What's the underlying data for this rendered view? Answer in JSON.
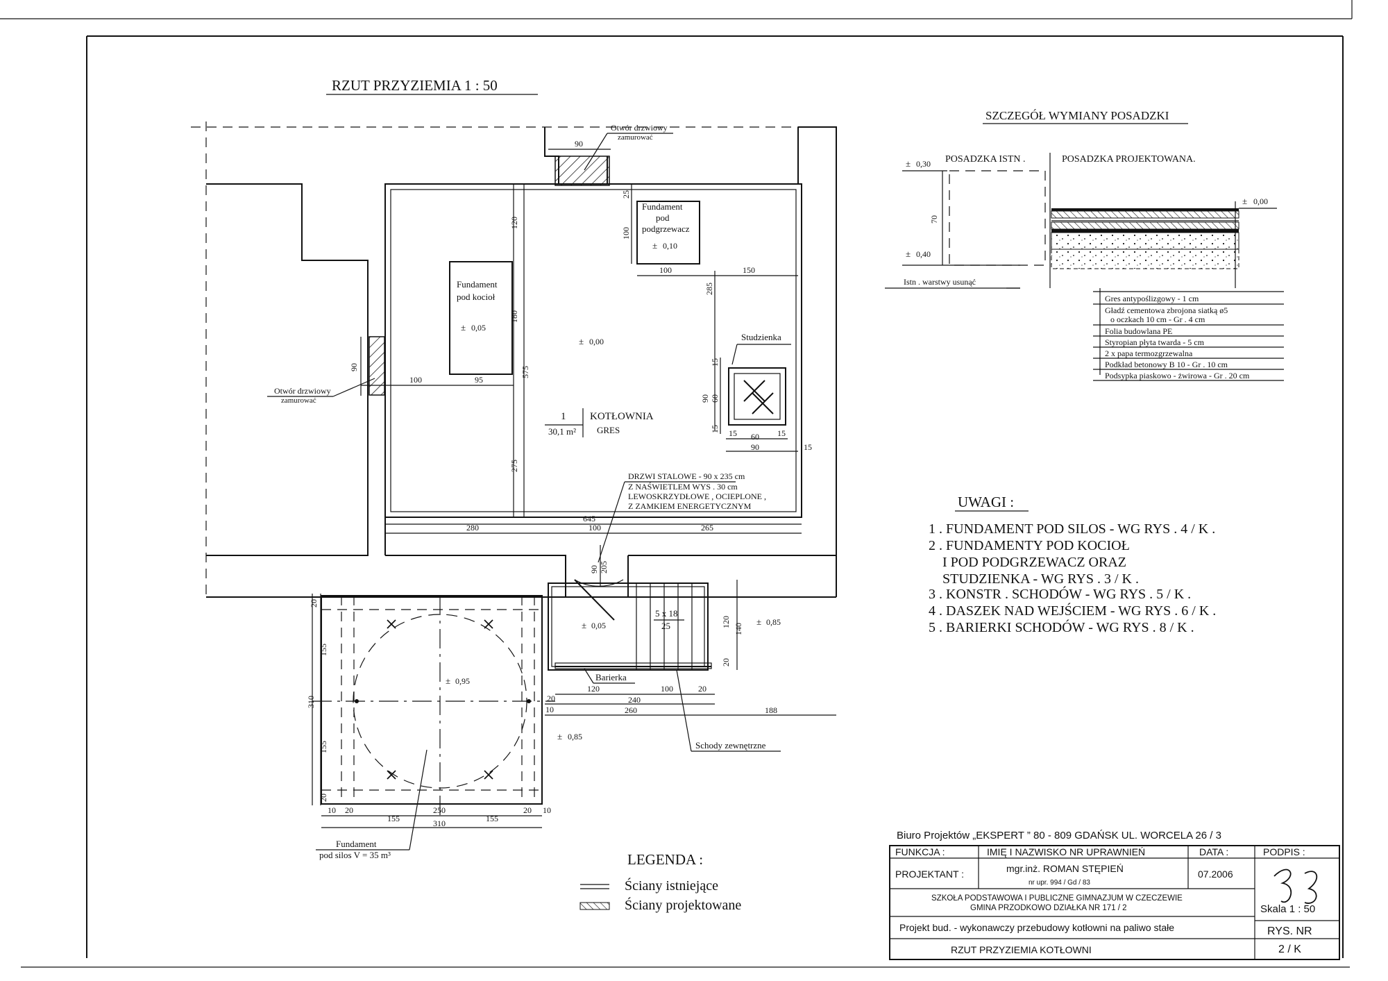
{
  "sheet": {
    "title": "RZUT PRZYZIEMIA 1 : 50",
    "detail_title": "SZCZEGÓŁ WYMIANY POSADZKI"
  },
  "plan": {
    "opening_top_label_1": "Otwór drzwiowy",
    "opening_top_label_2": "zamurować",
    "opening_left_label_1": "Otwór drzwiowy",
    "opening_left_label_2": "zamurować",
    "boiler_foundation_1": "Fundament",
    "boiler_foundation_2": "pod kocioł",
    "boiler_level": "0,05",
    "heater_foundation_1": "Fundament",
    "heater_foundation_2": "pod",
    "heater_foundation_3": "podgrzewacz",
    "heater_level": "0,10",
    "floor_level": "0,00",
    "well_label": "Studzienka",
    "room_number": "1",
    "room_name": "KOTŁOWNIA",
    "room_area": "30,1 m²",
    "room_floor": "GRES",
    "door_note_1": "DRZWI STALOWE - 90 x 235 cm",
    "door_note_2": "Z NAŚWIETLEM WYS . 30 cm",
    "door_note_3": "LEWOSKRZYDŁOWE , OCIEPLONE ,",
    "door_note_4": "Z ZAMKIEM ENERGETYCZNYM",
    "silo_level": "0,95",
    "landing_level": "0,05",
    "stairs_level": "0,85",
    "ground_level": "0,85",
    "stair_spec_1": "5 x 18",
    "stair_spec_2": "25",
    "railing_label": "Barierka",
    "stairs_label": "Schody zewnętrzne",
    "silo_foundation_1": "Fundament",
    "silo_foundation_2": "pod silos  V = 35 m³"
  },
  "dims": {
    "d90_top": "90",
    "d25": "25",
    "d100_h": "100",
    "d120": "120",
    "d100_w": "100",
    "d150": "150",
    "d285": "285",
    "d180": "180",
    "d575": "575",
    "d275": "275",
    "d90_left": "90",
    "d100_left": "100",
    "d95": "95",
    "d15_a": "15",
    "d90_w": "90",
    "d60_w": "60",
    "d15_b": "15",
    "d15_c": "15",
    "d60_x": "60",
    "d15_x": "15",
    "d90_x": "90",
    "d15_r": "15",
    "d645": "645",
    "d280": "280",
    "d100_door": "100",
    "d265": "265",
    "d90_door": "90",
    "d205": "205",
    "d120_r": "120",
    "d140": "140",
    "d20_r": "20",
    "d120_b": "120",
    "d100_b": "100",
    "d20_b1": "20",
    "d20_b2": "20",
    "d240": "240",
    "d10_b": "10",
    "d260": "260",
    "d188": "188",
    "d20_t": "20",
    "d155_a": "155",
    "d310_v": "310",
    "d155_b": "155",
    "d20_btm": "20",
    "d10_l": "10",
    "d20_l": "20",
    "d155_l": "155",
    "d250": "250",
    "d155_r2": "155",
    "d20_r2": "20",
    "d10_r2": "10",
    "d310_h": "310"
  },
  "detail": {
    "existing_floor": "POSADZKA ISTN .",
    "designed_floor": "POSADZKA PROJEKTOWANA.",
    "level_030": "0,30",
    "level_040": "0,40",
    "level_000": "0,00",
    "depth_70": "70",
    "remove_layers": "Istn . warstwy usunąć",
    "layers": [
      "Gres antypoślizgowy - 1 cm",
      "Gładź cementowa zbrojona siatką ø5",
      "o oczkach 10 cm - Gr . 4 cm",
      "Folia budowlana PE",
      "Styropian płyta twarda - 5 cm",
      "2 x papa termozgrzewalna",
      "Podkład betonowy B 10 - Gr . 10 cm",
      "Podsypka piaskowo - żwirowa - Gr . 20 cm"
    ]
  },
  "notes": {
    "heading": "UWAGI :",
    "items": [
      "1 . FUNDAMENT POD SILOS - WG RYS . 4 / K .",
      "2 . FUNDAMENTY  POD KOCIOŁ",
      "I POD PODGRZEWACZ ORAZ",
      "STUDZIENKA - WG RYS . 3 / K .",
      "3 . KONSTR . SCHODÓW - WG RYS . 5 / K .",
      "4 . DASZEK NAD WEJŚCIEM - WG RYS . 6 / K .",
      "5 . BARIERKI SCHODÓW - WG RYS . 8 / K ."
    ]
  },
  "legend": {
    "heading": "LEGENDA :",
    "existing": "Ściany istniejące",
    "designed": "Ściany projektowane"
  },
  "titleblock": {
    "office": "Biuro Projektów „EKSPERT ”    80 - 809 GDAŃSK  UL. WORCELA  26 / 3",
    "h_function": "FUNKCJA :",
    "h_name": "IMIĘ I NAZWISKO  NR UPRAWNIEŃ",
    "h_date": "DATA :",
    "h_sign": "PODPIS :",
    "role": "PROJEKTANT :",
    "designer": "mgr.inż. ROMAN  STĘPIEŃ",
    "license": "nr upr. 994 / Gd / 83",
    "date": "07.2006",
    "project_1": "SZKOŁA  PODSTAWOWA  I  PUBLICZNE  GIMNAZJUM  W  CZECZEWIE",
    "project_2": "GMINA  PRZODKOWO  DZIAŁKA  NR  171 / 2",
    "scale": "Skala  1 : 50",
    "description": "Projekt  bud. - wykonawczy  przebudowy  kotłowni  na  paliwo  stałe",
    "drawing_title": "RZUT  PRZYZIEMIA  KOTŁOWNI",
    "drawing_no_label": "RYS. NR",
    "drawing_no": "2 / K"
  }
}
